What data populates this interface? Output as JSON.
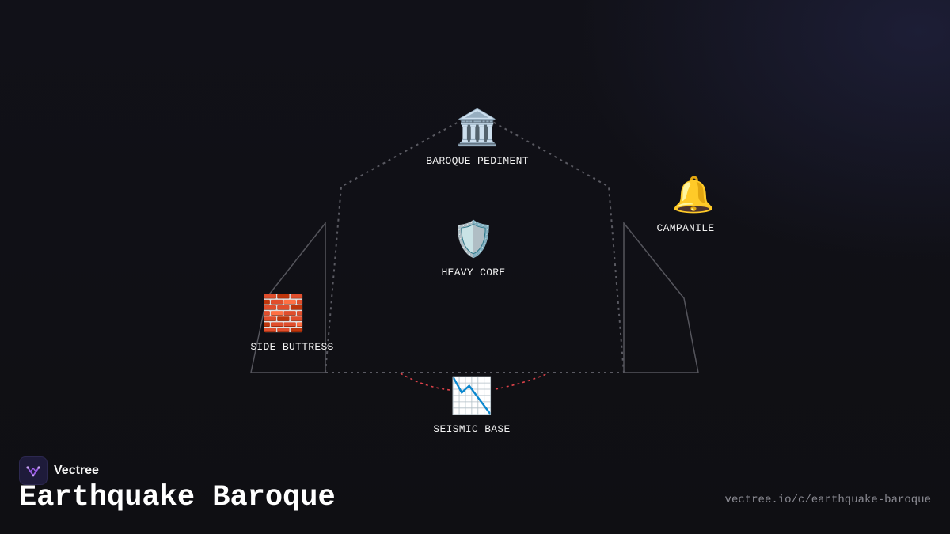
{
  "brand": {
    "name": "Vectree",
    "logo_icon": "vectree-logo-icon",
    "accent": "#9b5de5"
  },
  "title": "Earthquake Baroque",
  "url": "vectree.io/c/earthquake-baroque",
  "colors": {
    "background": "#101015",
    "outline_dotted": "#5a5a62",
    "outline_solid": "#55555c",
    "seismic_curve": "#e0434a"
  },
  "nodes": {
    "pediment": {
      "emoji": "🏛️",
      "icon": "classical-building-icon",
      "label": "BAROQUE PEDIMENT"
    },
    "campanile": {
      "emoji": "🔔",
      "icon": "bell-icon",
      "label": "CAMPANILE"
    },
    "core": {
      "emoji": "🛡️",
      "icon": "shield-icon",
      "label": "HEAVY CORE"
    },
    "buttress": {
      "emoji": "🧱",
      "icon": "brick-icon",
      "label": "SIDE BUTTRESS"
    },
    "base": {
      "emoji": "📉",
      "icon": "chart-decreasing-icon",
      "label": "SEISMIC BASE"
    }
  }
}
